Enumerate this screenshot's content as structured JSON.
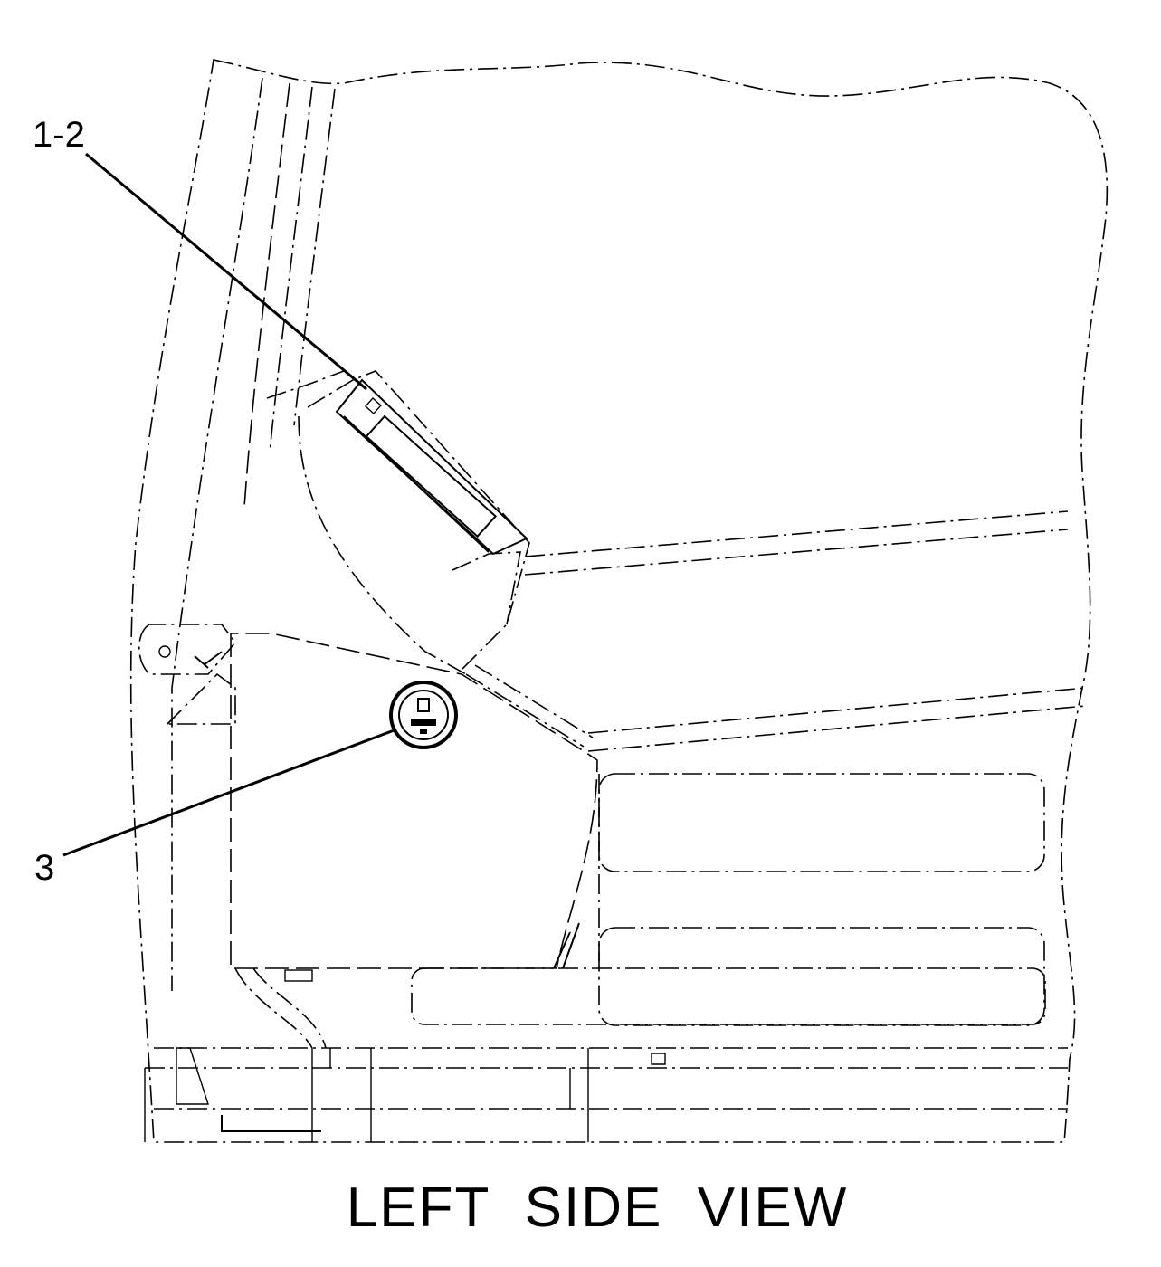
{
  "callouts": {
    "monitor_label": "1-2",
    "switch_label": "3"
  },
  "caption": "LEFT  SIDE  VIEW"
}
